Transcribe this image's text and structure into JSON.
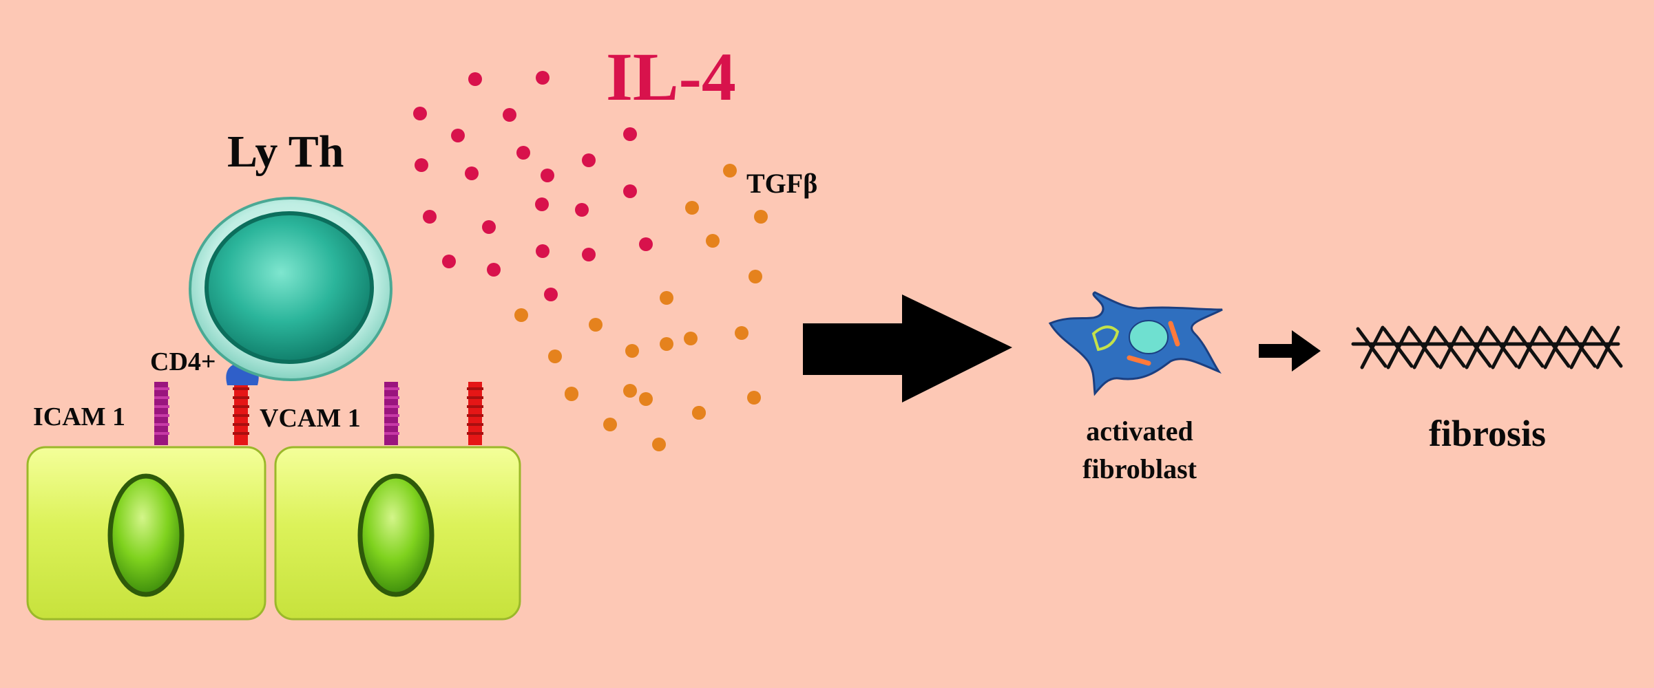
{
  "labels": {
    "ly_th": "Ly Th",
    "il4": "IL-4",
    "tgfb": "TGFβ",
    "cd4": "CD4+",
    "icam1": "ICAM 1",
    "vcam1": "VCAM 1",
    "activated": "activated",
    "fibroblast": "fibroblast",
    "fibrosis": "fibrosis"
  },
  "colors": {
    "background": "#fdc8b5",
    "il4_dots": "#d8124c",
    "tgfb_dots": "#e5821d",
    "endothelial_cell": "#dcf25a",
    "nucleus": "#6cc61a",
    "lymphocyte": "#2bb59b",
    "icam": "#9a157e",
    "vcam": "#e51616",
    "cd4": "#2f5fc9",
    "fibroblast": "#2f6fbf",
    "arrow": "#000000"
  },
  "icons": [
    "lymphocyte-cell",
    "endothelial-cell",
    "fibroblast-cell",
    "fibrosis-fibers",
    "arrow-right"
  ]
}
